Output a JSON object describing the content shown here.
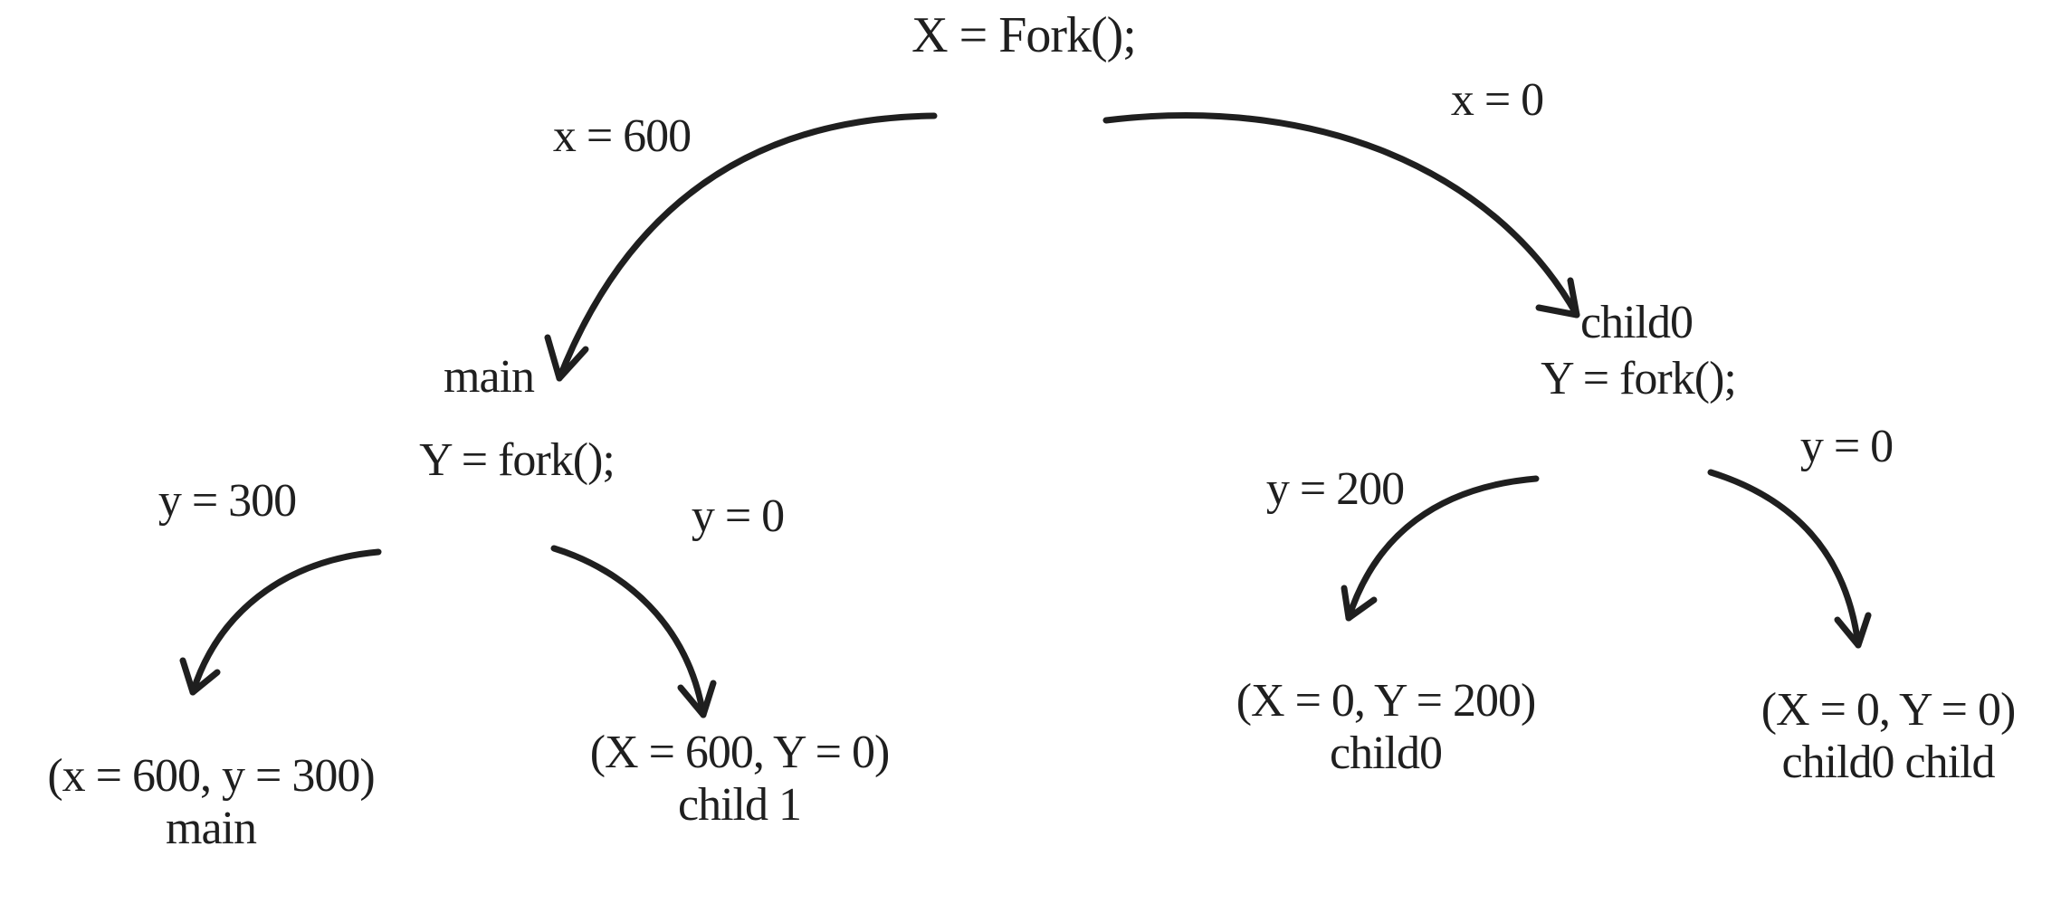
{
  "root": {
    "code": "X = Fork();"
  },
  "edges": {
    "root_left": "x = 600",
    "root_right": "x = 0",
    "main_left": "y = 300",
    "main_right": "y = 0",
    "child0_left": "y = 200",
    "child0_right": "y = 0"
  },
  "main_node": {
    "name": "main",
    "code": "Y = fork();"
  },
  "child0_node": {
    "name": "child0",
    "code": "Y = fork();"
  },
  "leaves": [
    {
      "values": "(x = 600, y = 300)",
      "name": "main"
    },
    {
      "values": "(X = 600, Y = 0)",
      "name": "child 1"
    },
    {
      "values": "(X = 0, Y = 200)",
      "name": "child0"
    },
    {
      "values": "(X = 0, Y = 0)",
      "name": "child0 child"
    }
  ]
}
